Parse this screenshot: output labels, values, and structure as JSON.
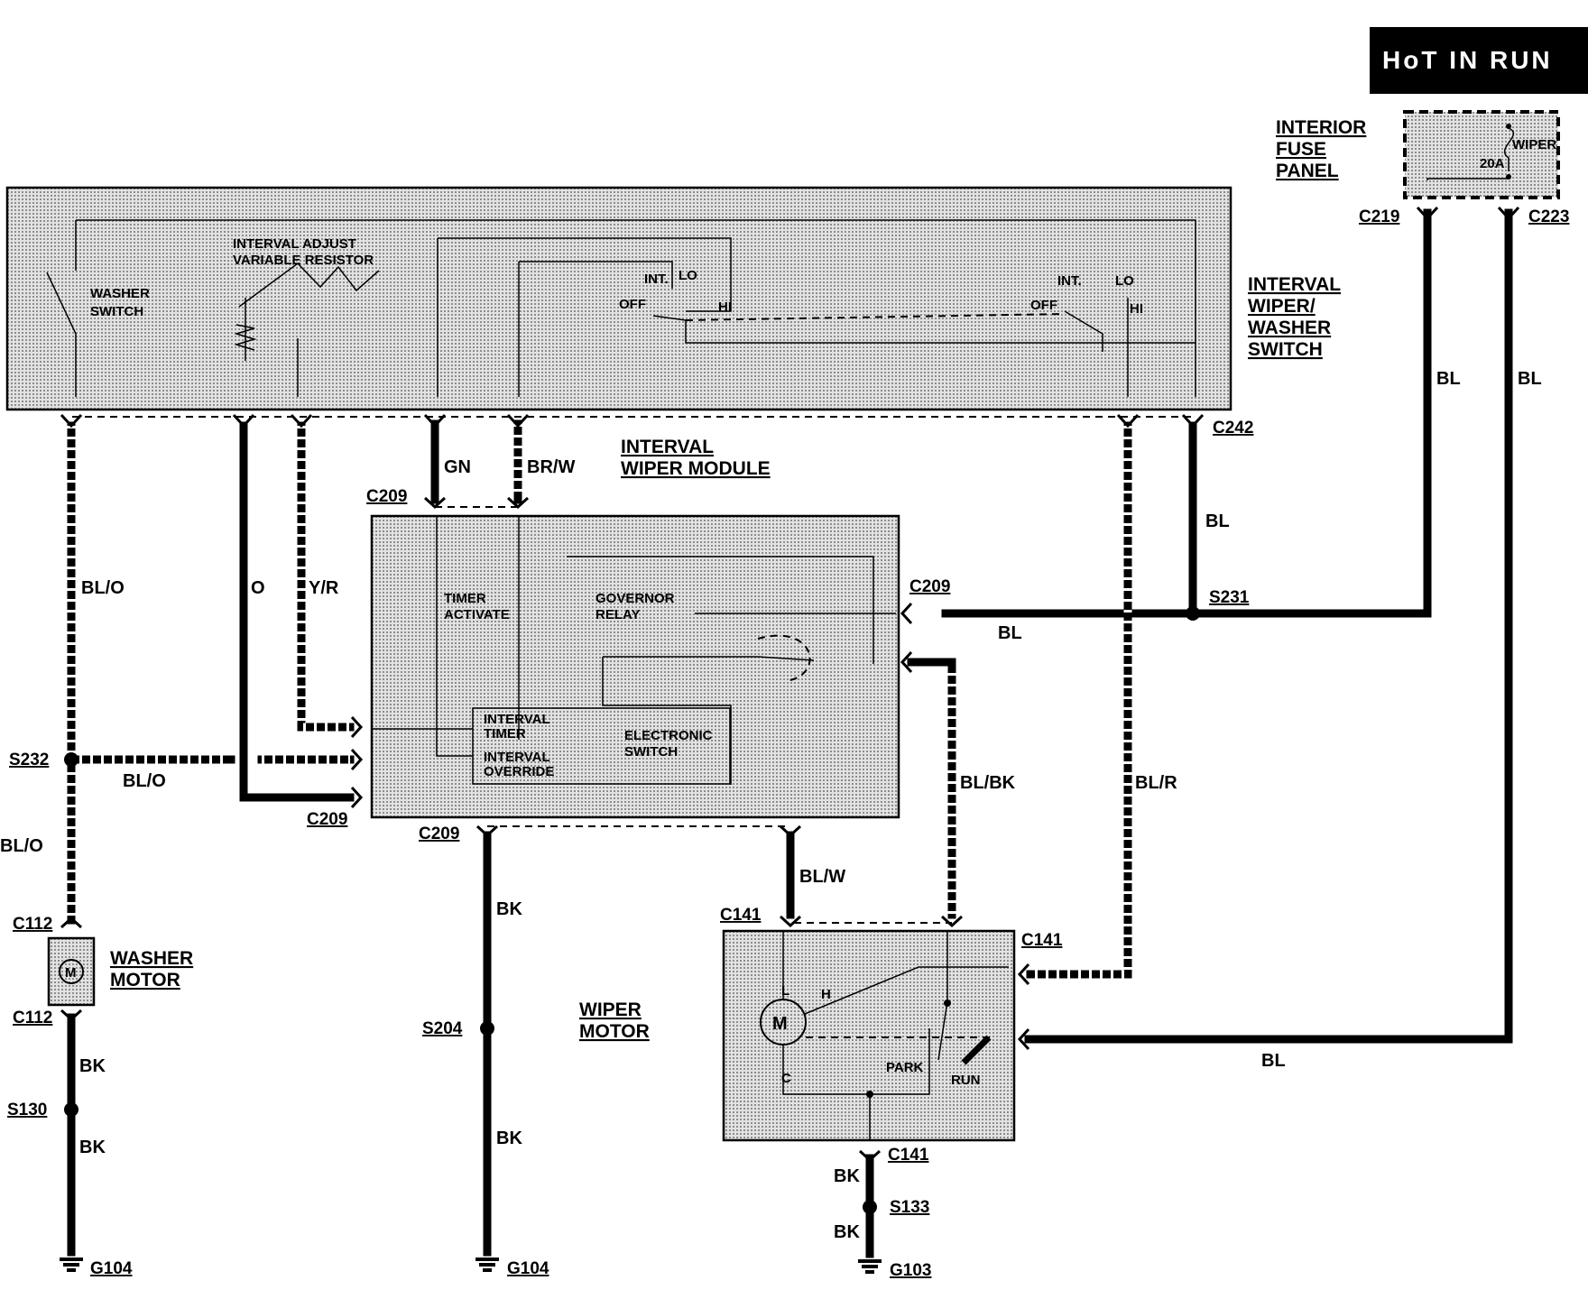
{
  "badge": {
    "text": "HoT IN RUN",
    "bg_color": "#000000",
    "fg_color": "#ffffff"
  },
  "components": {
    "fuse_panel_title": [
      "INTERIOR",
      "FUSE",
      "PANEL"
    ],
    "fuse_label": "WIPER",
    "fuse_rating": "20A",
    "switch_title": [
      "INTERVAL",
      "WIPER/",
      "WASHER",
      "SWITCH"
    ],
    "washer_switch": [
      "WASHER",
      "SWITCH"
    ],
    "interval_adjust": [
      "INTERVAL ADJUST",
      "VARIABLE RESISTOR"
    ],
    "switch_positions_1": {
      "int": "INT.",
      "lo": "LO",
      "off": "OFF",
      "hi": "HI"
    },
    "switch_positions_2": {
      "int": "INT.",
      "lo": "LO",
      "off": "OFF",
      "hi": "HI"
    },
    "module_title": [
      "INTERVAL",
      "WIPER  MODULE"
    ],
    "timer_activate": [
      "TIMER",
      "ACTIVATE"
    ],
    "governor_relay": [
      "GOVERNOR",
      "RELAY"
    ],
    "interval_timer": [
      "INTERVAL",
      "TIMER"
    ],
    "interval_override": [
      "INTERVAL",
      "OVERRIDE"
    ],
    "electronic_switch": [
      "ELECTRONIC",
      "SWITCH"
    ],
    "washer_motor_title": [
      "WASHER",
      "MOTOR"
    ],
    "wiper_motor_title": [
      "WIPER",
      "MOTOR"
    ],
    "motor_symbol": "M",
    "motor_terminals": {
      "l": "L",
      "h": "H",
      "c": "C",
      "park": "PARK",
      "run": "RUN"
    }
  },
  "connectors": {
    "c219": "C219",
    "c223": "C223",
    "c242": "C242",
    "c209_top": "C209",
    "c209_right": "C209",
    "c209_left": "C209",
    "c209_bottom": "C209",
    "c141_top": "C141",
    "c141_right": "C141",
    "c141_bottom": "C141",
    "c112_top": "C112",
    "c112_bottom": "C112"
  },
  "splices": {
    "s231": "S231",
    "s232": "S232",
    "s204": "S204",
    "s130": "S130",
    "s133": "S133"
  },
  "grounds": {
    "g104_left": "G104",
    "g104_mid": "G104",
    "g103": "G103"
  },
  "wires": {
    "fuse_c219": "BL",
    "fuse_c223": "BL",
    "c242": "BL",
    "s231_c209": "BL",
    "gn": "GN",
    "br_w": "BR/W",
    "bl_o_top": "BL/O",
    "o": "O",
    "y_r": "Y/R",
    "bl_o_mid": "BL/O",
    "bl_o_low": "BL/O",
    "bl_bk": "BL/BK",
    "bl_r": "BL/R",
    "bl_w": "BL/W",
    "bk_mid_1": "BK",
    "bk_mid_2": "BK",
    "bk_left_1": "BK",
    "bk_left_2": "BK",
    "bk_right_1": "BK",
    "bk_right_2": "BK",
    "motor_bl": "BL"
  }
}
